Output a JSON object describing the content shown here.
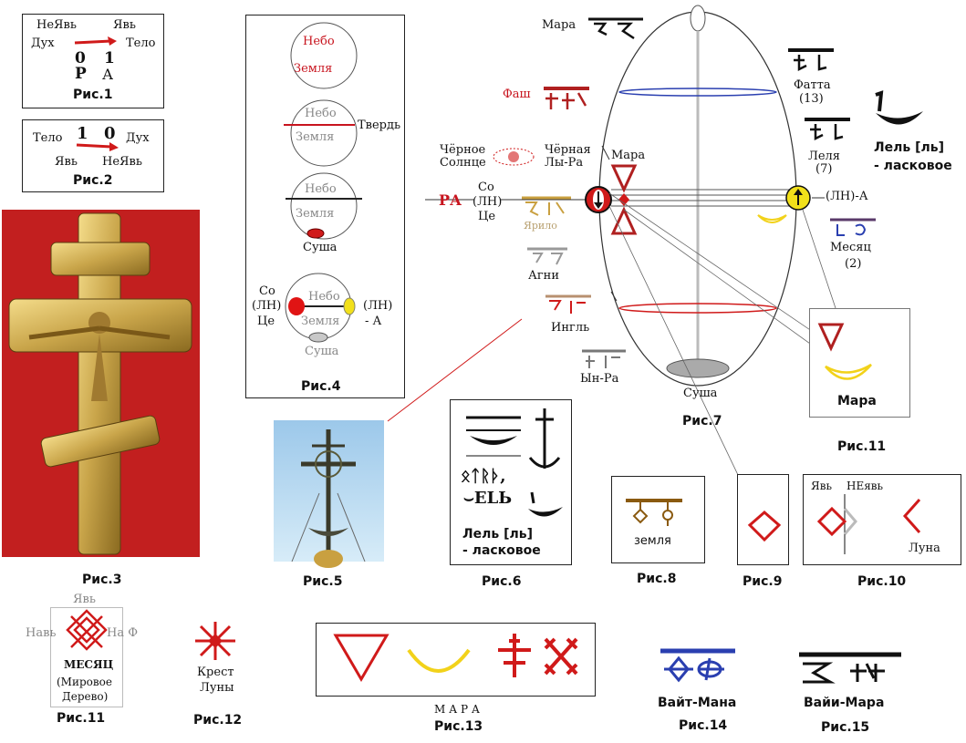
{
  "colors": {
    "red": "#d01a1a",
    "dark_red": "#b02020",
    "yellow": "#f2d21a",
    "blue": "#2a3fb0",
    "brown": "#8a5a10",
    "gray": "#9a9a9a",
    "cross_bg": "#c21f1f"
  },
  "fig1": {
    "a": "НеЯвь",
    "b": "Явь",
    "c": "Дух",
    "d": "Тело",
    "n0": "0",
    "n1": "1",
    "r": "Р",
    "a2": "А",
    "cap": "Рис.1"
  },
  "fig2": {
    "a": "Тело",
    "n1": "1",
    "n0": "0",
    "b": "Дух",
    "c": "Явь",
    "d": "НеЯвь",
    "cap": "Рис.2"
  },
  "fig3": {
    "cap": "Рис.3"
  },
  "fig4": {
    "nebo": "Небо",
    "zemlya": "Земля",
    "tverd": "Твердь",
    "susha": "Суша",
    "so": "Со",
    "lnc": "(ЛН)",
    "tse": "Це",
    "lnr": "(ЛН)",
    "a": "- А",
    "cap": "Рис.4"
  },
  "fig5": {
    "cap": "Рис.5"
  },
  "fig6": {
    "runes1": "ᛟᛏᚱᚦ,",
    "runes2": "⌣ELЬ",
    "lel": "Лель [ль]",
    "laskovoe": "- ласковое",
    "cap": "Рис.6"
  },
  "fig7": {
    "mara_top": "Мара",
    "fash": "Фаш",
    "black_sun": "Чёрное Солнце",
    "black_lyra": "Чёрная Лы-Ра",
    "mara_mid": "Мара",
    "ra": "РА",
    "so": "Со",
    "ln": "(ЛН)",
    "tse": "Це",
    "yarilo": "Ярило",
    "agni": "Агни",
    "ingl": "Ингль",
    "ynra": "Ын-Ра",
    "susha": "Суша",
    "fatta": "Фатта",
    "n13": "(13)",
    "lelya": "Леля",
    "n7": "(7)",
    "lel": "Лель [ль]",
    "laskovoe": "- ласковое",
    "lna": "(ЛН)-А",
    "mesyats": "Месяц",
    "n2": "(2)",
    "cap": "Рис.7"
  },
  "fig8": {
    "zemlya": "земля",
    "cap": "Рис.8"
  },
  "fig9": {
    "cap": "Рис.9"
  },
  "fig10": {
    "yav": "Явь",
    "neyav": "НЕявь",
    "luna": "Луна",
    "cap": "Рис.10"
  },
  "fig11a": {
    "mara": "Мара",
    "cap": "Рис.11"
  },
  "fig11b": {
    "yav": "Явь",
    "nav": "Навь",
    "naf": "На Ф",
    "mesyats": "МЕСЯЦ",
    "mir": "(Мировое",
    "derevo": "Дерево)",
    "cap": "Рис.11"
  },
  "fig12": {
    "krest": "Крест",
    "luny": "Луны",
    "cap": "Рис.12"
  },
  "fig13": {
    "mara": "М А Р А",
    "cap": "Рис.13"
  },
  "fig14": {
    "name": "Вайт-Мана",
    "cap": "Рис.14"
  },
  "fig15": {
    "name": "Вайи-Мара",
    "cap": "Рис.15"
  }
}
